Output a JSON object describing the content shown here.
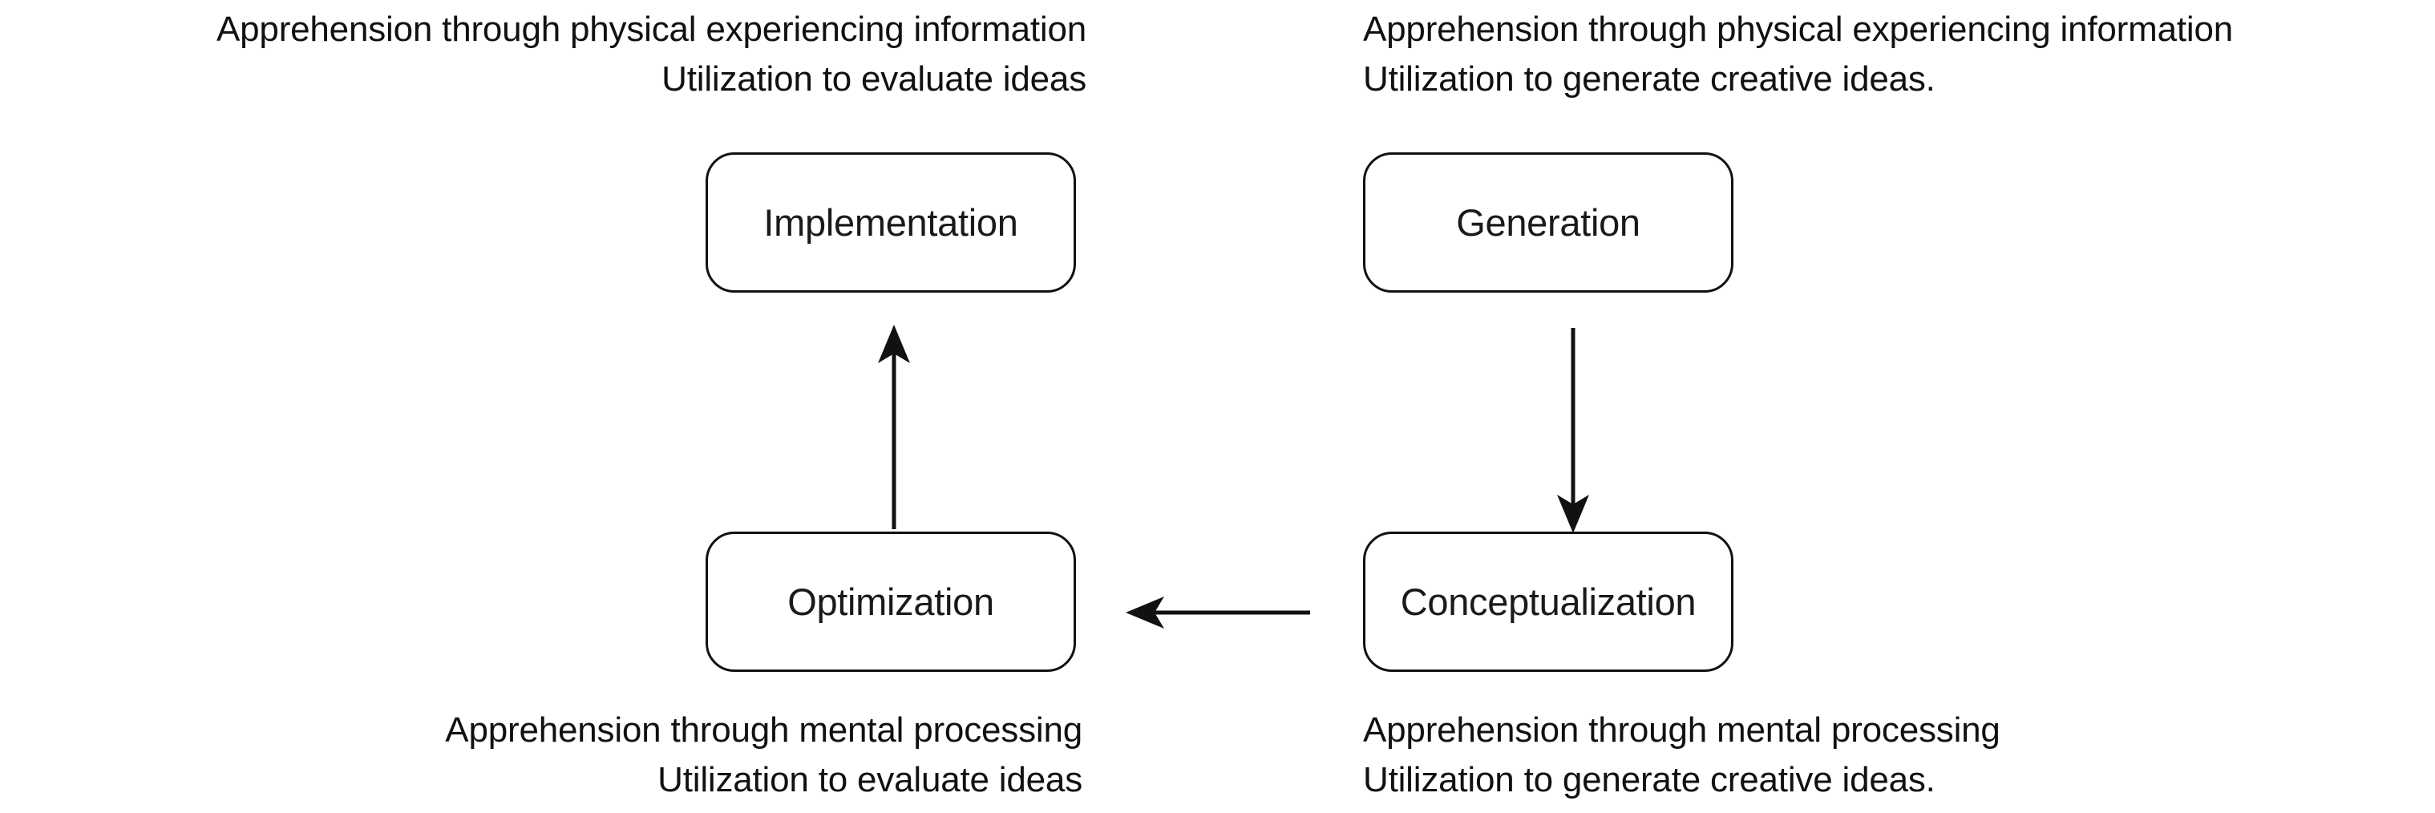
{
  "diagram": {
    "title": "Creative process cycle diagram",
    "background_color": "#ffffff",
    "stroke_color": "#111111",
    "nodes": [
      {
        "id": "implementation",
        "label": "Implementation"
      },
      {
        "id": "generation",
        "label": "Generation"
      },
      {
        "id": "optimization",
        "label": "Optimization"
      },
      {
        "id": "conceptualization",
        "label": "Conceptualization"
      }
    ],
    "annotations": {
      "top_left": {
        "line1": "Apprehension through physical experiencing information",
        "line2": "Utilization to evaluate ideas"
      },
      "top_right": {
        "line1": "Apprehension through physical experiencing information",
        "line2": "Utilization to generate creative ideas."
      },
      "bottom_left": {
        "line1": "Apprehension through mental processing",
        "line2": "Utilization to evaluate ideas"
      },
      "bottom_right": {
        "line1": "Apprehension through mental processing",
        "line2": "Utilization to generate creative ideas."
      }
    },
    "arrows": [
      {
        "id": "optimization-to-implementation",
        "direction": "up"
      },
      {
        "id": "generation-to-conceptualization",
        "direction": "down"
      },
      {
        "id": "conceptualization-to-optimization",
        "direction": "left"
      }
    ]
  }
}
